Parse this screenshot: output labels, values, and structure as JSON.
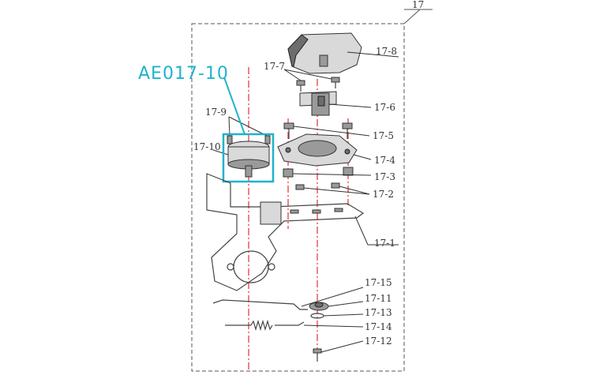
{
  "diagram": {
    "group_label": "17",
    "callout": {
      "text": "AE017-10",
      "color": "#1fb3cc"
    },
    "axis_color": "#e0303a",
    "parts": [
      {
        "id": "17-8"
      },
      {
        "id": "17-7"
      },
      {
        "id": "17-6"
      },
      {
        "id": "17-5"
      },
      {
        "id": "17-4"
      },
      {
        "id": "17-3"
      },
      {
        "id": "17-2"
      },
      {
        "id": "17-1"
      },
      {
        "id": "17-9"
      },
      {
        "id": "17-10"
      },
      {
        "id": "17-15"
      },
      {
        "id": "17-11"
      },
      {
        "id": "17-13"
      },
      {
        "id": "17-14"
      },
      {
        "id": "17-12"
      }
    ]
  }
}
